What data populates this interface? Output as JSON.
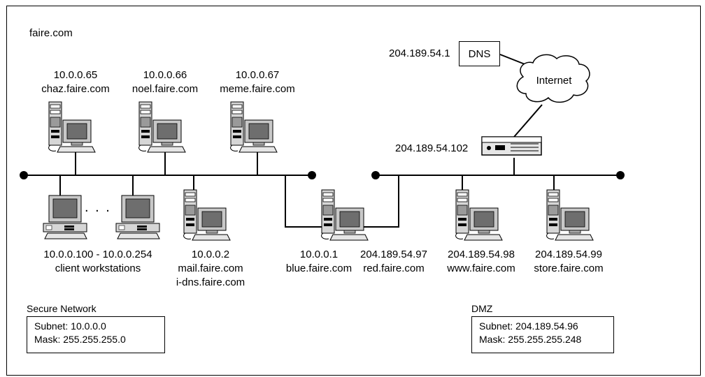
{
  "domain_label": "faire.com",
  "internet": {
    "dns_ip": "204.189.54.1",
    "dns_label": "DNS",
    "cloud_label": "Internet",
    "router_ip": "204.189.54.102"
  },
  "top_hosts": [
    {
      "ip": "10.0.0.65",
      "name": "chaz.faire.com"
    },
    {
      "ip": "10.0.0.66",
      "name": "noel.faire.com"
    },
    {
      "ip": "10.0.0.67",
      "name": "meme.faire.com"
    }
  ],
  "clients": {
    "range": "10.0.0.100 - 10.0.0.254",
    "desc": "client workstations",
    "dots": ". . ."
  },
  "mail": {
    "ip": "10.0.0.2",
    "name": "mail.faire.com",
    "alias": "i-dns.faire.com"
  },
  "firewall": {
    "inner_ip": "10.0.0.1",
    "inner_name": "blue.faire.com",
    "outer_ip": "204.189.54.97",
    "outer_name": "red.faire.com"
  },
  "dmz_hosts": [
    {
      "ip": "204.189.54.98",
      "name": "www.faire.com"
    },
    {
      "ip": "204.189.54.99",
      "name": "store.faire.com"
    }
  ],
  "secure_net": {
    "title": "Secure Network",
    "subnet": "Subnet: 10.0.0.0",
    "mask": "Mask: 255.255.255.0"
  },
  "dmz": {
    "title": "DMZ",
    "subnet": "Subnet: 204.189.54.96",
    "mask": "Mask: 255.255.255.248"
  }
}
